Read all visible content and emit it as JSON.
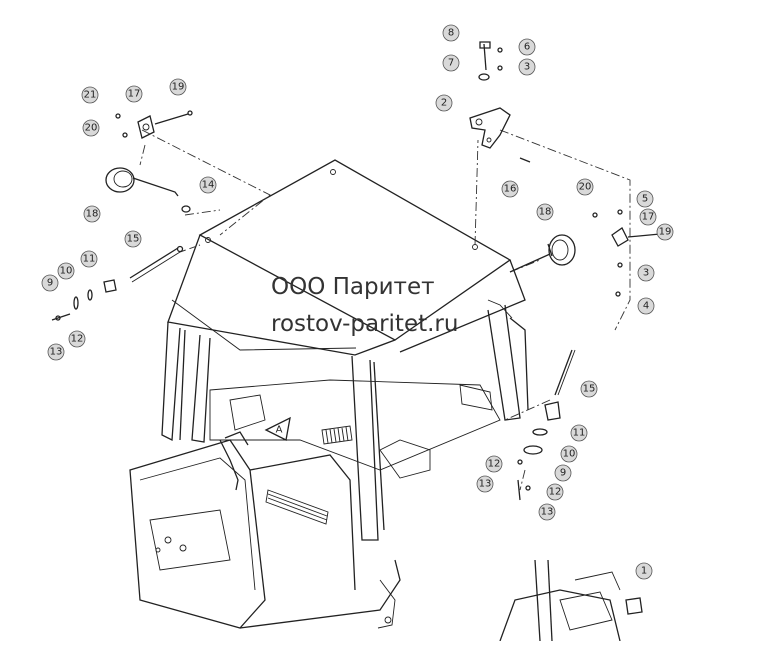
{
  "watermark": {
    "line1": "ООО Паритет",
    "line2": "rostov-paritet.ru"
  },
  "callouts": [
    "1",
    "2",
    "3",
    "4",
    "5",
    "6",
    "7",
    "8",
    "9",
    "10",
    "11",
    "12",
    "13",
    "14",
    "15",
    "16",
    "17",
    "18",
    "19",
    "20",
    "21"
  ],
  "cab_marker": "A"
}
